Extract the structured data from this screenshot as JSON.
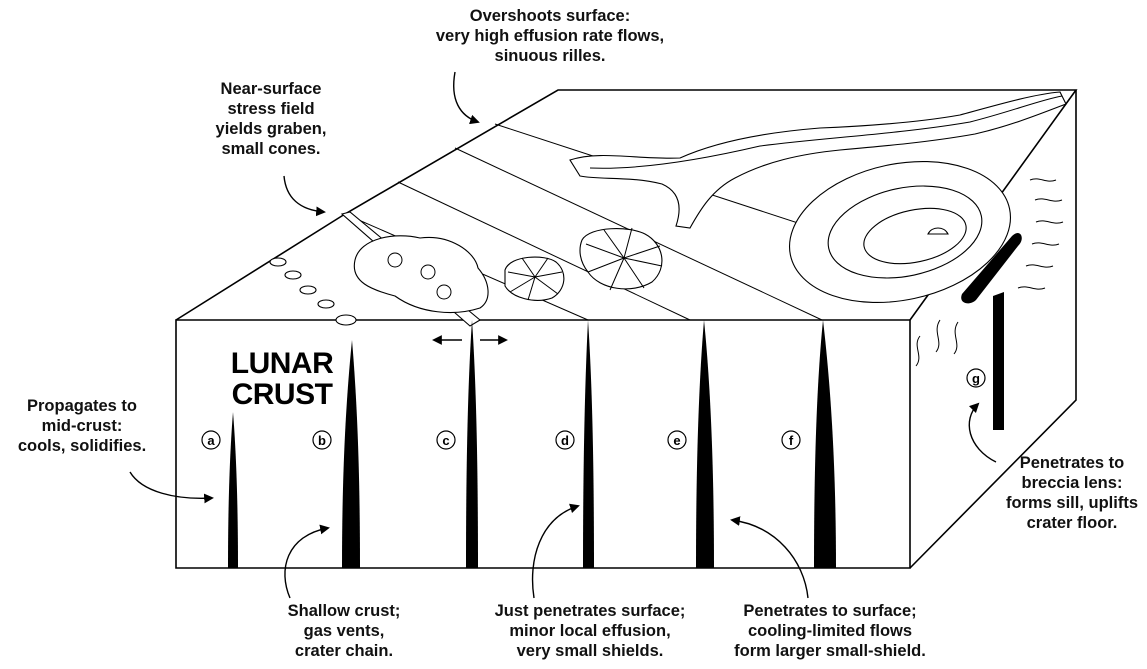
{
  "labels": {
    "overshoots": [
      "Overshoots surface:",
      "very high effusion rate flows,",
      "sinuous rilles."
    ],
    "near_surface": [
      "Near-surface",
      "stress field",
      "yields graben,",
      "small cones."
    ],
    "propagates": [
      "Propagates to",
      "mid-crust:",
      "cools, solidifies."
    ],
    "shallow": [
      "Shallow crust;",
      "gas vents,",
      "crater chain."
    ],
    "just_penetrates": [
      "Just penetrates surface;",
      "minor local effusion,",
      "very small shields."
    ],
    "penetrates_surface": [
      "Penetrates to surface;",
      "cooling-limited flows",
      "form larger small-shield."
    ],
    "breccia": [
      "Penetrates to",
      "breccia lens:",
      "forms sill, uplifts",
      "crater floor."
    ],
    "crust_title": [
      "LUNAR",
      "CRUST"
    ]
  },
  "dikes": [
    {
      "letter": "a"
    },
    {
      "letter": "b"
    },
    {
      "letter": "c"
    },
    {
      "letter": "d"
    },
    {
      "letter": "e"
    },
    {
      "letter": "f"
    },
    {
      "letter": "g"
    }
  ]
}
